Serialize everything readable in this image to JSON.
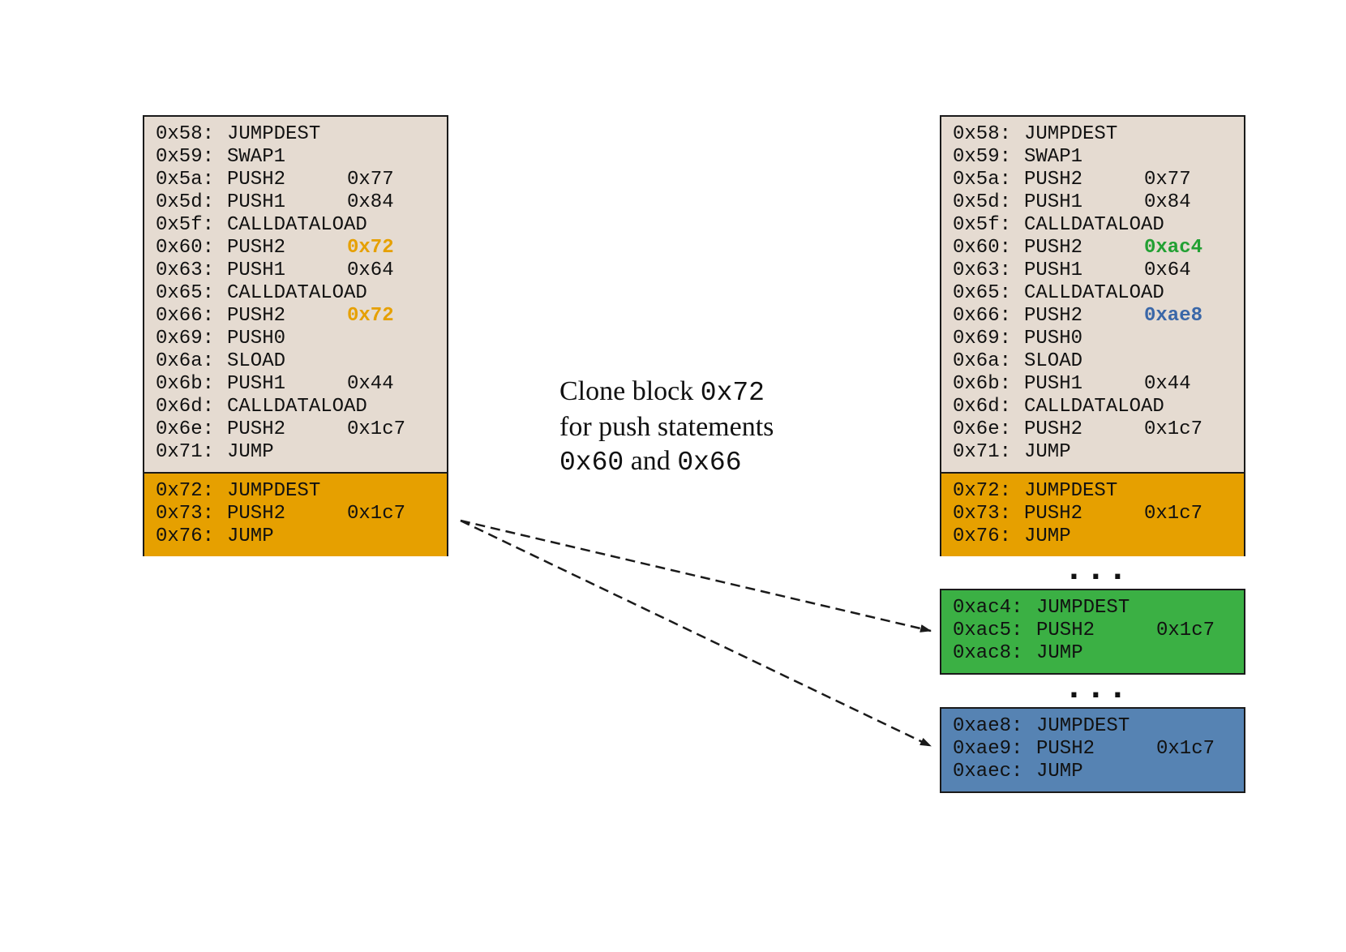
{
  "colors": {
    "main_block": "#e5dbd1",
    "cloned_block": "#e6a000",
    "clone_1": "#3bb044",
    "clone_2": "#5683b3",
    "highlight_orig": "#e6a000",
    "highlight_clone_1": "#22a033",
    "highlight_clone_2": "#3a67a8",
    "arrow": "#1a1a1a"
  },
  "left": {
    "main": [
      {
        "addr": "0x58:",
        "op": "JUMPDEST",
        "arg": ""
      },
      {
        "addr": "0x59:",
        "op": "SWAP1",
        "arg": ""
      },
      {
        "addr": "0x5a:",
        "op": "PUSH2",
        "arg": "0x77"
      },
      {
        "addr": "0x5d:",
        "op": "PUSH1",
        "arg": "0x84"
      },
      {
        "addr": "0x5f:",
        "op": "CALLDATALOAD",
        "arg": ""
      },
      {
        "addr": "0x60:",
        "op": "PUSH2",
        "arg": "0x72"
      },
      {
        "addr": "0x63:",
        "op": "PUSH1",
        "arg": "0x64"
      },
      {
        "addr": "0x65:",
        "op": "CALLDATALOAD",
        "arg": ""
      },
      {
        "addr": "0x66:",
        "op": "PUSH2",
        "arg": "0x72"
      },
      {
        "addr": "0x69:",
        "op": "PUSH0",
        "arg": ""
      },
      {
        "addr": "0x6a:",
        "op": "SLOAD",
        "arg": ""
      },
      {
        "addr": "0x6b:",
        "op": "PUSH1",
        "arg": "0x44"
      },
      {
        "addr": "0x6d:",
        "op": "CALLDATALOAD",
        "arg": ""
      },
      {
        "addr": "0x6e:",
        "op": "PUSH2",
        "arg": "0x1c7"
      },
      {
        "addr": "0x71:",
        "op": "JUMP",
        "arg": ""
      }
    ],
    "target": [
      {
        "addr": "0x72:",
        "op": "JUMPDEST",
        "arg": ""
      },
      {
        "addr": "0x73:",
        "op": "PUSH2",
        "arg": "0x1c7"
      },
      {
        "addr": "0x76:",
        "op": "JUMP",
        "arg": ""
      }
    ]
  },
  "right": {
    "main": [
      {
        "addr": "0x58:",
        "op": "JUMPDEST",
        "arg": ""
      },
      {
        "addr": "0x59:",
        "op": "SWAP1",
        "arg": ""
      },
      {
        "addr": "0x5a:",
        "op": "PUSH2",
        "arg": "0x77"
      },
      {
        "addr": "0x5d:",
        "op": "PUSH1",
        "arg": "0x84"
      },
      {
        "addr": "0x5f:",
        "op": "CALLDATALOAD",
        "arg": ""
      },
      {
        "addr": "0x60:",
        "op": "PUSH2",
        "arg": "0xac4"
      },
      {
        "addr": "0x63:",
        "op": "PUSH1",
        "arg": "0x64"
      },
      {
        "addr": "0x65:",
        "op": "CALLDATALOAD",
        "arg": ""
      },
      {
        "addr": "0x66:",
        "op": "PUSH2",
        "arg": "0xae8"
      },
      {
        "addr": "0x69:",
        "op": "PUSH0",
        "arg": ""
      },
      {
        "addr": "0x6a:",
        "op": "SLOAD",
        "arg": ""
      },
      {
        "addr": "0x6b:",
        "op": "PUSH1",
        "arg": "0x44"
      },
      {
        "addr": "0x6d:",
        "op": "CALLDATALOAD",
        "arg": ""
      },
      {
        "addr": "0x6e:",
        "op": "PUSH2",
        "arg": "0x1c7"
      },
      {
        "addr": "0x71:",
        "op": "JUMP",
        "arg": ""
      }
    ],
    "target": [
      {
        "addr": "0x72:",
        "op": "JUMPDEST",
        "arg": ""
      },
      {
        "addr": "0x73:",
        "op": "PUSH2",
        "arg": "0x1c7"
      },
      {
        "addr": "0x76:",
        "op": "JUMP",
        "arg": ""
      }
    ],
    "clone_1": [
      {
        "addr": "0xac4:",
        "op": "JUMPDEST",
        "arg": ""
      },
      {
        "addr": "0xac5:",
        "op": "PUSH2",
        "arg": "0x1c7"
      },
      {
        "addr": "0xac8:",
        "op": "JUMP",
        "arg": ""
      }
    ],
    "clone_2": [
      {
        "addr": "0xae8:",
        "op": "JUMPDEST",
        "arg": ""
      },
      {
        "addr": "0xae9:",
        "op": "PUSH2",
        "arg": "0x1c7"
      },
      {
        "addr": "0xaec:",
        "op": "JUMP",
        "arg": ""
      }
    ],
    "ellipsis": "..."
  },
  "caption": {
    "line1_text": "Clone block ",
    "line1_code": "0x72",
    "line2_text": "for push statements",
    "line3_code_a": "0x60",
    "line3_and": " and ",
    "line3_code_b": "0x66"
  }
}
